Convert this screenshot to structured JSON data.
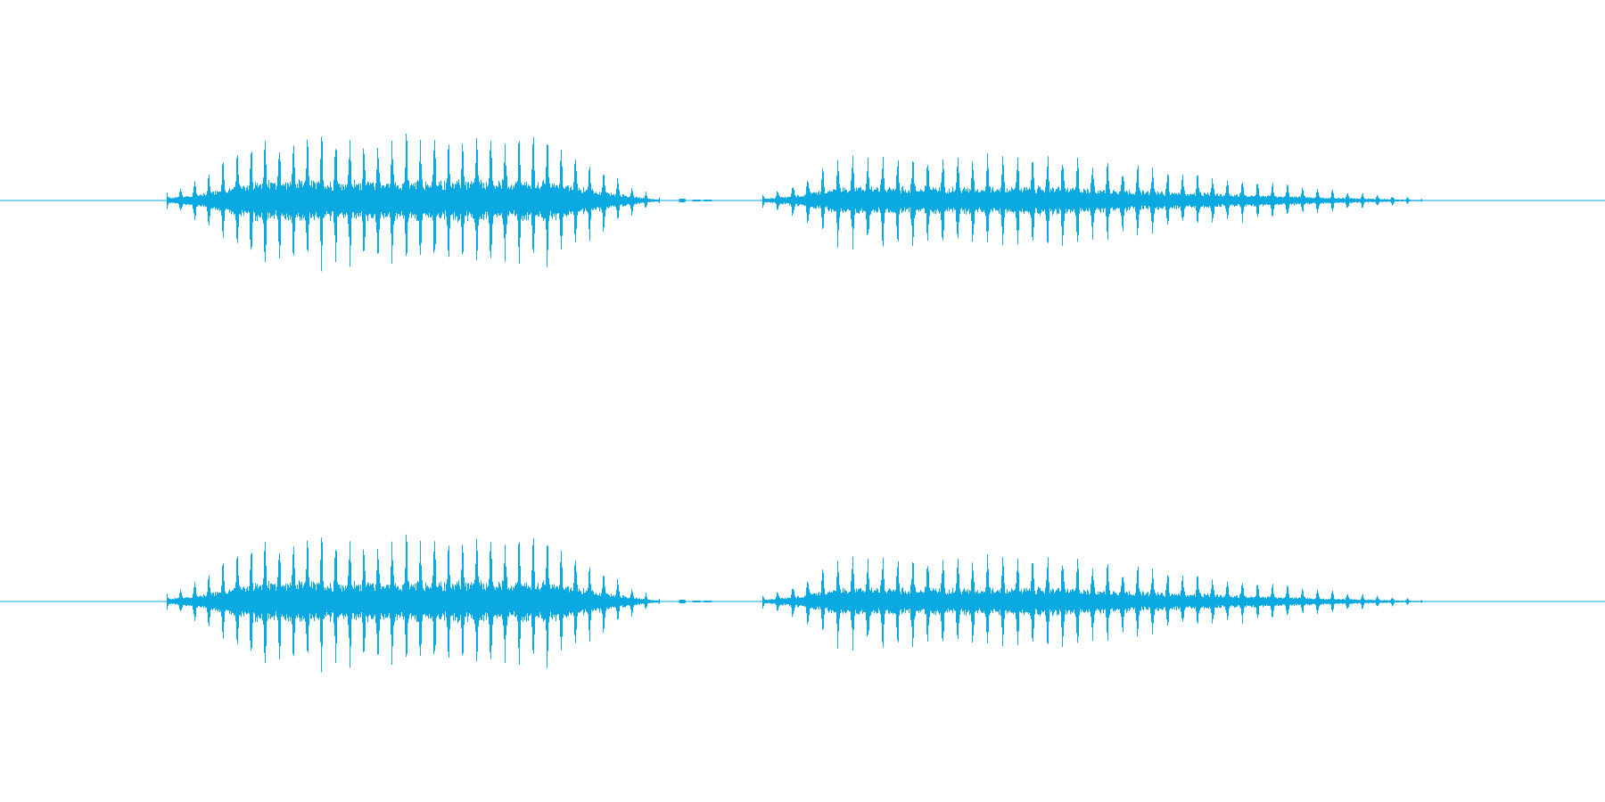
{
  "waveform": {
    "color": "#0aa9e1",
    "background": "#ffffff",
    "channels": [
      {
        "name": "channel-1",
        "bursts": [
          {
            "start": 0.1035,
            "end": 0.411,
            "peak": 0.98,
            "attack": 0.18,
            "decay": 0.22,
            "pulse_count": 35
          },
          {
            "start": 0.475,
            "end": 0.886,
            "peak": 0.68,
            "attack": 0.12,
            "decay": 0.55,
            "pulse_count": 44
          }
        ]
      },
      {
        "name": "channel-2",
        "bursts": [
          {
            "start": 0.1035,
            "end": 0.411,
            "peak": 0.98,
            "attack": 0.18,
            "decay": 0.22,
            "pulse_count": 35
          },
          {
            "start": 0.475,
            "end": 0.886,
            "peak": 0.68,
            "attack": 0.12,
            "decay": 0.55,
            "pulse_count": 44
          }
        ]
      }
    ]
  }
}
